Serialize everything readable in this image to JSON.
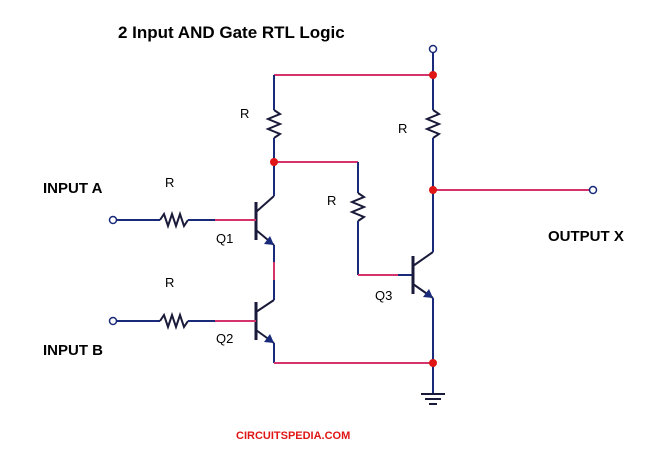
{
  "title": "2 Input AND Gate RTL Logic",
  "labels": {
    "input_a": "INPUT A",
    "input_b": "INPUT B",
    "output_x": "OUTPUT X",
    "q1": "Q1",
    "q2": "Q2",
    "q3": "Q3",
    "r_top_q1": "R",
    "r_top_q3": "R",
    "r_base_q3": "R",
    "r_input_a": "R",
    "r_input_b": "R"
  },
  "credit": "CIRCUITSPEDIA.COM",
  "colors": {
    "wire_blue": "#1a2a7a",
    "wire_red": "#d6336c",
    "junction": "#e01515",
    "credit": "#e01515"
  }
}
